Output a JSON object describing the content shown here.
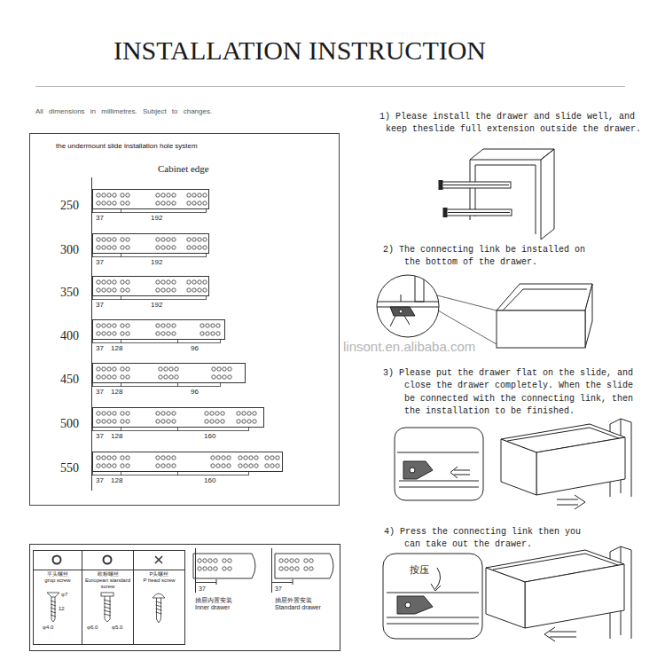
{
  "diagram": {
    "title": "INSTALLATION INSTRUCTION",
    "nodes": [
      {
        "text": [
          "the undermount slide installation hole system"
        ]
      },
      {
        "text": [
          "平头螺丝",
          "grup screw"
        ]
      },
      {
        "text": [
          "欧标螺丝",
          "European standard screw"
        ]
      },
      {
        "text": [
          "P头螺丝",
          "P head screw"
        ]
      },
      {
        "text": [
          "抽屉内置安装",
          "Inner drawer"
        ]
      },
      {
        "text": [
          "抽屉外置安装",
          "Standard drawer"
        ]
      }
    ],
    "labels": [
      "All dimensions in millimetres. Subject to changes.",
      "Cabinet edge",
      "250",
      "37",
      "192",
      "300",
      "37",
      "192",
      "350",
      "37",
      "192",
      "400",
      "37",
      "128",
      "96",
      "450",
      "37",
      "128",
      "96",
      "500",
      "37",
      "128",
      "160",
      "550",
      "37",
      "128",
      "160",
      "1) Please install the drawer and slide well, and keep theslide full extension outside the drawer.",
      "2) The connecting link be installed on the bottom of the drawer.",
      "3) Please put the drawer flat on the slide, and close the drawer completely. When the slide be connected with the connecting link, then the installation to be finished.",
      "4) Press the connecting link then you can take out the drawer.",
      "按压",
      "linsont.en.alibaba.com",
      "φ7",
      "12",
      "φ4.0",
      "φ6.0",
      "φ5.0",
      "37",
      "37"
    ]
  }
}
